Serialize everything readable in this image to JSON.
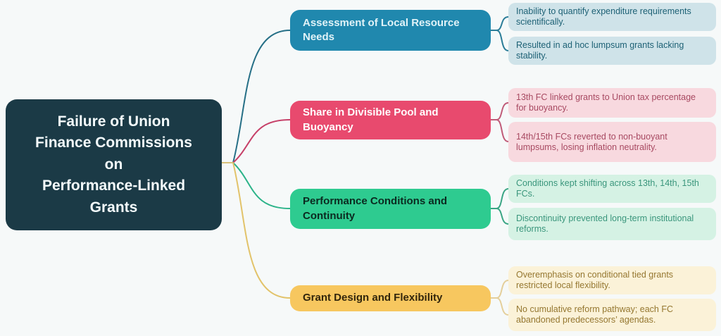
{
  "central": {
    "title": "Failure of Union Finance Commissions on Performance-Linked Grants",
    "title_lines": [
      "Failure of Union",
      "Finance Commissions",
      "on",
      "Performance-Linked",
      "Grants"
    ]
  },
  "branches": [
    {
      "label": "Assessment of Local Resource Needs",
      "color": "#2088ae",
      "leaf_bg": "#cfe3e9",
      "leaf_text_color": "#1d6175",
      "leaves": [
        "Inability to quantify expenditure requirements scientifically.",
        "Resulted in ad hoc lumpsum grants lacking stability."
      ]
    },
    {
      "label": "Share in Divisible Pool and Buoyancy",
      "color": "#e84a6e",
      "leaf_bg": "#f8d9df",
      "leaf_text_color": "#a84a62",
      "leaves": [
        "13th FC linked grants to Union tax percentage for buoyancy.",
        "14th/15th FCs reverted to non-buoyant lumpsums, losing inflation neutrality."
      ]
    },
    {
      "label": "Performance Conditions and Continuity",
      "color": "#2ecb90",
      "leaf_bg": "#d5f2e4",
      "leaf_text_color": "#3a967c",
      "leaves": [
        "Conditions kept shifting across 13th, 14th, 15th FCs.",
        "Discontinuity prevented long-term institutional reforms."
      ]
    },
    {
      "label": "Grant Design and Flexibility",
      "color": "#f7c75f",
      "leaf_bg": "#fbf2d8",
      "leaf_text_color": "#957730",
      "leaves": [
        "Overemphasis on conditional tied grants restricted local flexibility.",
        "No cumulative reform pathway; each FC abandoned predecessors’ agendas."
      ]
    }
  ],
  "colors": {
    "background": "#f6f9f9",
    "central_bg": "#1b3a46",
    "central_text": "#f4fbfc",
    "connector_teal": "#256f86",
    "connector_pink": "#c64068",
    "connector_green": "#2cb389",
    "connector_yellow": "#e2c36a"
  }
}
